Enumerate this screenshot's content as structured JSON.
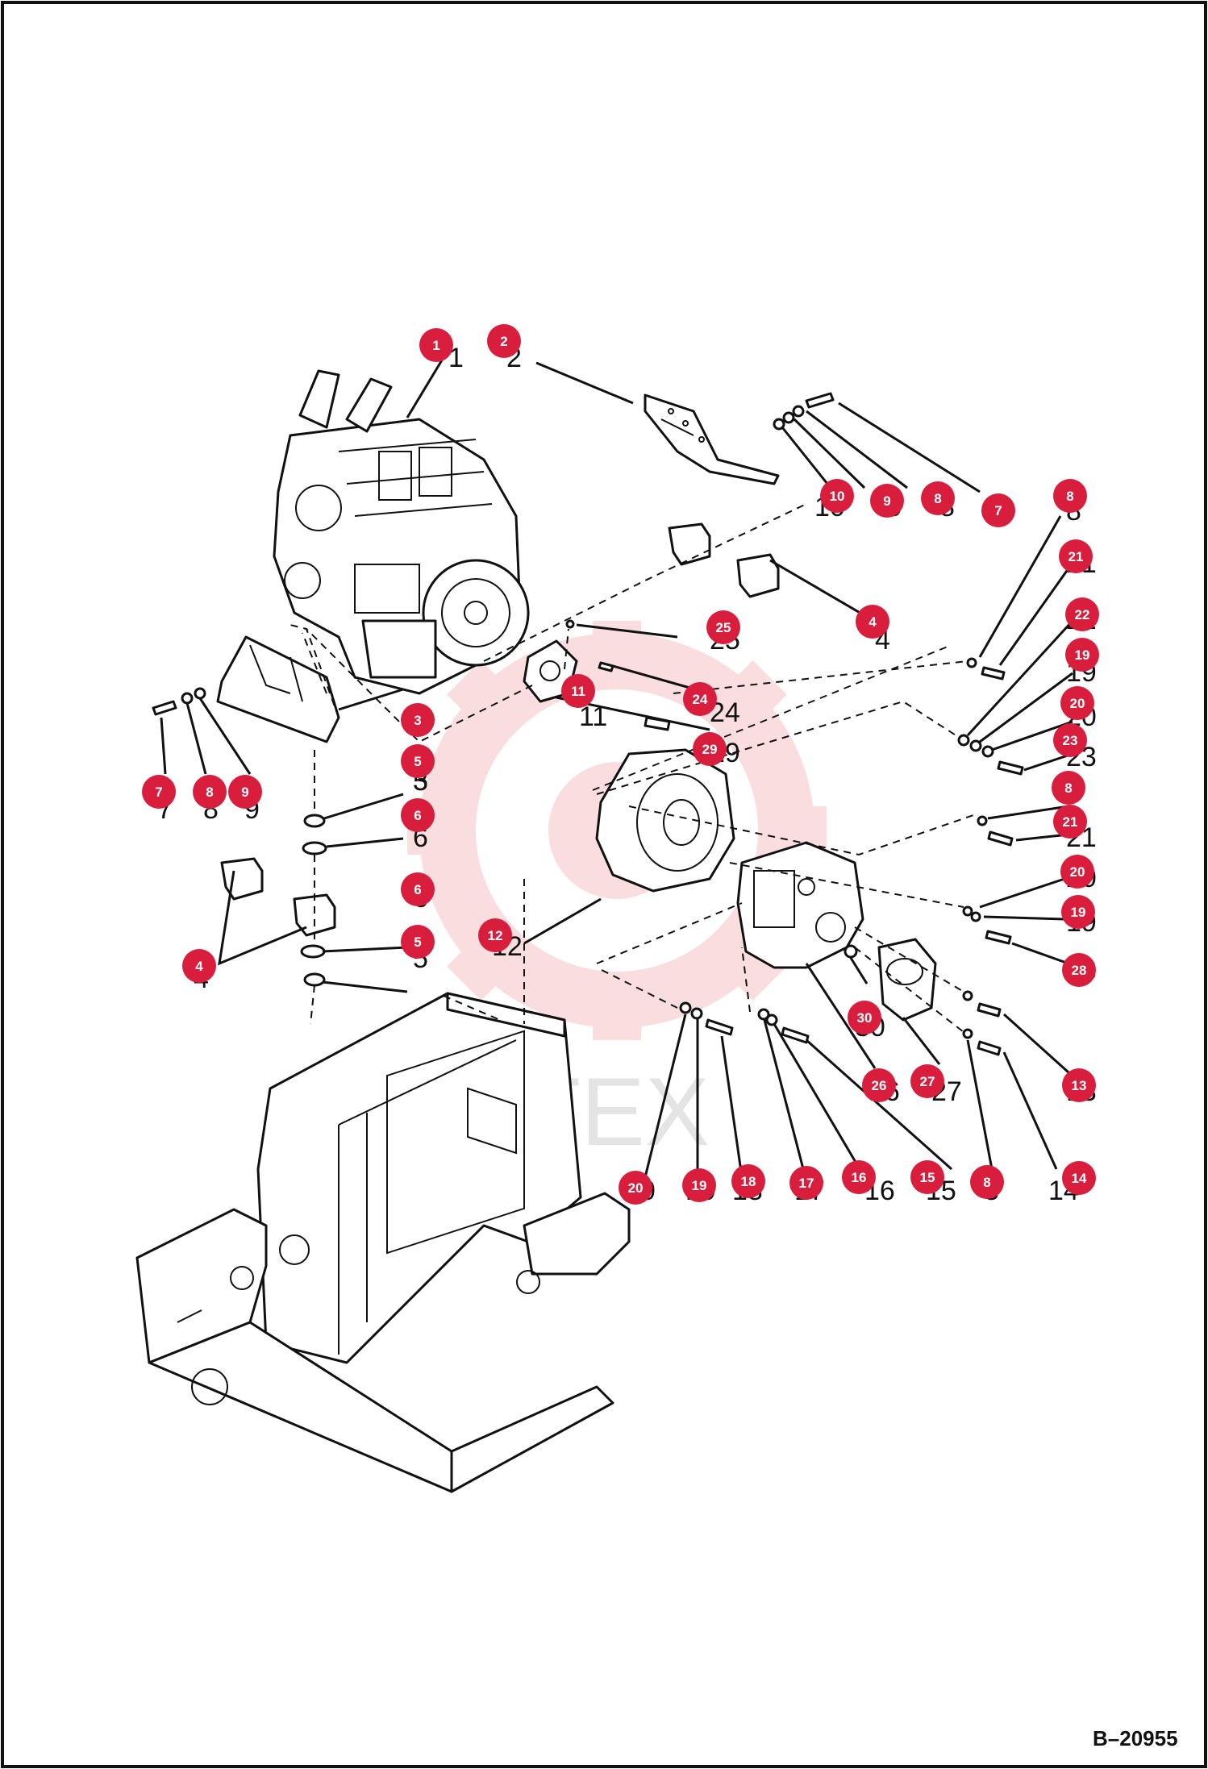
{
  "figure": {
    "code": "B–20955",
    "watermark_text": "HTEX"
  },
  "colors": {
    "callout_fill": "#d81e3c",
    "line": "#111111",
    "watermark": "#f2a0a6",
    "background": "#ffffff"
  },
  "callouts": [
    {
      "id": "c1",
      "label": "1"
    },
    {
      "id": "c2",
      "label": "2"
    },
    {
      "id": "c3",
      "label": "3"
    },
    {
      "id": "c4a",
      "label": "4"
    },
    {
      "id": "c4b",
      "label": "4"
    },
    {
      "id": "c5a",
      "label": "5"
    },
    {
      "id": "c5b",
      "label": "5"
    },
    {
      "id": "c6a",
      "label": "6"
    },
    {
      "id": "c6b",
      "label": "6"
    },
    {
      "id": "c7a",
      "label": "7"
    },
    {
      "id": "c7b",
      "label": "7"
    },
    {
      "id": "c8a",
      "label": "8"
    },
    {
      "id": "c8b",
      "label": "8"
    },
    {
      "id": "c8c",
      "label": "8"
    },
    {
      "id": "c8d",
      "label": "8"
    },
    {
      "id": "c8e",
      "label": "8"
    },
    {
      "id": "c9a",
      "label": "9"
    },
    {
      "id": "c9b",
      "label": "9"
    },
    {
      "id": "c10",
      "label": "10"
    },
    {
      "id": "c11",
      "label": "11"
    },
    {
      "id": "c12",
      "label": "12"
    },
    {
      "id": "c13",
      "label": "13"
    },
    {
      "id": "c14",
      "label": "14"
    },
    {
      "id": "c15",
      "label": "15"
    },
    {
      "id": "c16",
      "label": "16"
    },
    {
      "id": "c17",
      "label": "17"
    },
    {
      "id": "c18",
      "label": "18"
    },
    {
      "id": "c19a",
      "label": "19"
    },
    {
      "id": "c19b",
      "label": "19"
    },
    {
      "id": "c19c",
      "label": "19"
    },
    {
      "id": "c20a",
      "label": "20"
    },
    {
      "id": "c20b",
      "label": "20"
    },
    {
      "id": "c20c",
      "label": "20"
    },
    {
      "id": "c21a",
      "label": "21"
    },
    {
      "id": "c21b",
      "label": "21"
    },
    {
      "id": "c22",
      "label": "22"
    },
    {
      "id": "c23",
      "label": "23"
    },
    {
      "id": "c24",
      "label": "24"
    },
    {
      "id": "c25",
      "label": "25"
    },
    {
      "id": "c26",
      "label": "26"
    },
    {
      "id": "c27",
      "label": "27"
    },
    {
      "id": "c28",
      "label": "28"
    },
    {
      "id": "c29",
      "label": "29"
    },
    {
      "id": "c30",
      "label": "30"
    }
  ]
}
